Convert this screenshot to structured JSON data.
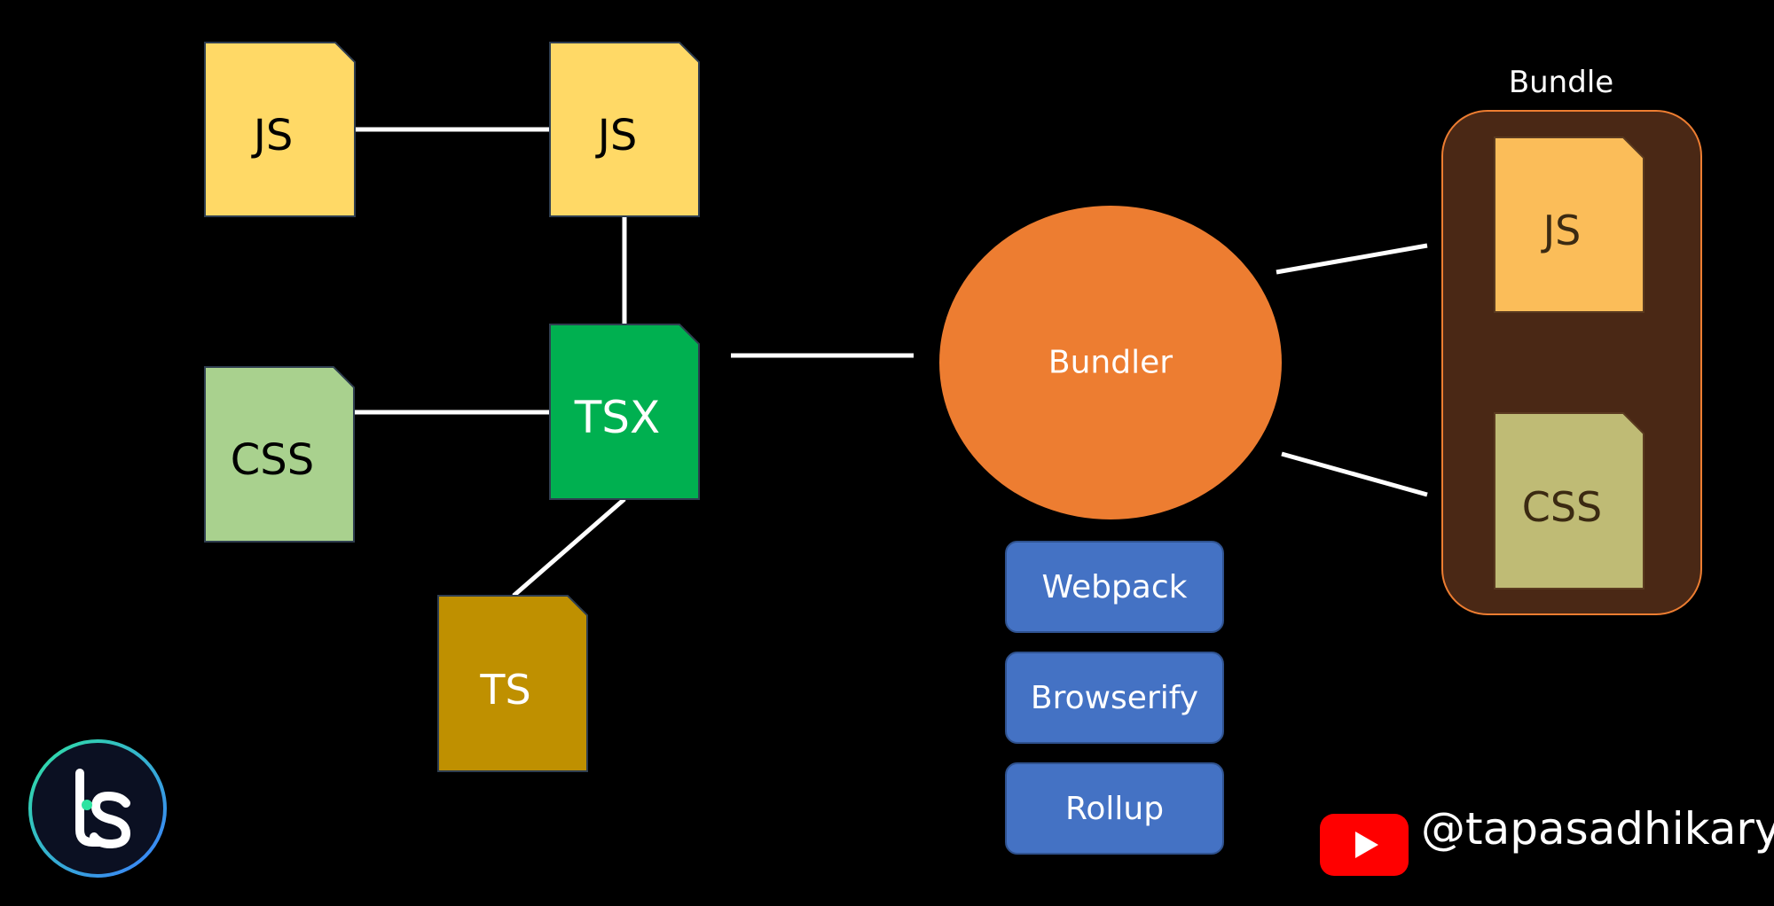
{
  "files": {
    "js_left": {
      "label": "JS",
      "fill": "#ffd966"
    },
    "js_top": {
      "label": "JS",
      "fill": "#ffd966"
    },
    "css_left": {
      "label": "CSS",
      "fill": "#a9d18e"
    },
    "tsx": {
      "label": "TSX",
      "fill": "#00b050"
    },
    "ts": {
      "label": "TS",
      "fill": "#bf9000"
    }
  },
  "bundler": {
    "label": "Bundler",
    "fill": "#ed7d31"
  },
  "tools": [
    {
      "label": "Webpack"
    },
    {
      "label": "Browserify"
    },
    {
      "label": "Rollup"
    }
  ],
  "bundle": {
    "title": "Bundle",
    "fill": "#4a2815",
    "border": "#ed7d31",
    "js": {
      "label": "JS",
      "fill": "#fbbd59"
    },
    "css": {
      "label": "CSS",
      "fill": "#bfbb75"
    }
  },
  "channel": {
    "handle": "@tapasadhikary",
    "icon": "youtube-icon",
    "icon_color": "#ff0000"
  },
  "brand": {
    "logo": "ts-logo-icon"
  }
}
